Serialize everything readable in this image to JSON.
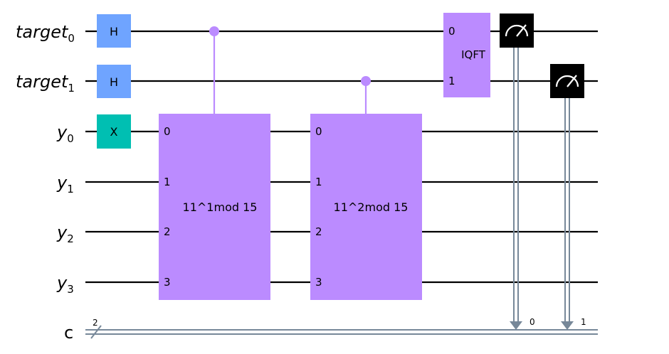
{
  "circuit": {
    "qubits": [
      {
        "name": "target",
        "index": "0"
      },
      {
        "name": "target",
        "index": "1"
      },
      {
        "name": "y",
        "index": "0"
      },
      {
        "name": "y",
        "index": "1"
      },
      {
        "name": "y",
        "index": "2"
      },
      {
        "name": "y",
        "index": "3"
      }
    ],
    "classical_register": {
      "name": "c",
      "size": "2",
      "bits": [
        "0",
        "1"
      ]
    },
    "gates": {
      "h_label": "H",
      "x_label": "X",
      "modexp_1": {
        "label": "11^1mod 15",
        "ports": [
          "0",
          "1",
          "2",
          "3"
        ]
      },
      "modexp_2": {
        "label": "11^2mod 15",
        "ports": [
          "0",
          "1",
          "2",
          "3"
        ]
      },
      "iqft": {
        "label": "IQFT",
        "ports": [
          "0",
          "1"
        ]
      }
    },
    "colors": {
      "h_gate": "#6fa4ff",
      "x_gate": "#00bfb2",
      "custom_gate": "#bb8bff",
      "measure_gate": "#000000",
      "classical_wire": "#778899"
    }
  }
}
